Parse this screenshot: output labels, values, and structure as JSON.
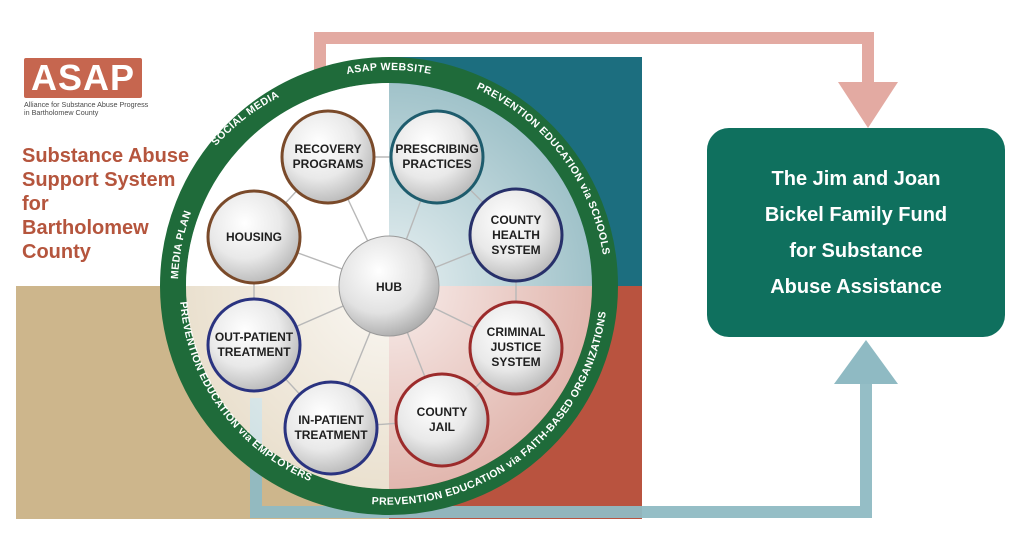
{
  "logo": {
    "text": "ASAP",
    "subtitle_line1": "Alliance for Substance Abuse Progress",
    "subtitle_line2": "in Bartholomew County"
  },
  "title": {
    "line1": "Substance Abuse",
    "line2": "Support System",
    "line3": "for",
    "line4": "Bartholomew",
    "line5": "County"
  },
  "fund": {
    "line1": "The Jim and Joan",
    "line2": "Bickel Family Fund",
    "line3": "for Substance",
    "line4": "Abuse Assistance"
  },
  "hub": {
    "label": "HUB"
  },
  "nodes": {
    "recovery": {
      "line1": "RECOVERY",
      "line2": "PROGRAMS"
    },
    "prescribing": {
      "line1": "PRESCRIBING",
      "line2": "PRACTICES"
    },
    "county_health": {
      "line1": "COUNTY",
      "line2": "HEALTH",
      "line3": "SYSTEM"
    },
    "housing": {
      "line1": "HOUSING"
    },
    "criminal_justice": {
      "line1": "CRIMINAL",
      "line2": "JUSTICE",
      "line3": "SYSTEM"
    },
    "outpatient": {
      "line1": "OUT-PATIENT",
      "line2": "TREATMENT"
    },
    "county_jail": {
      "line1": "COUNTY",
      "line2": "JAIL"
    },
    "inpatient": {
      "line1": "IN-PATIENT",
      "line2": "TREATMENT"
    }
  },
  "ring": {
    "website": "ASAP WEBSITE",
    "social_media": "SOCIAL MEDIA",
    "media_plan": "MEDIA PLAN",
    "schools": "PREVENTION EDUCATION via SCHOOLS",
    "faith": "PREVENTION EDUCATION via FAITH-BASED ORGANIZATIONS",
    "employers": "PREVENTION EDUCATION via EMPLOYERS"
  },
  "colors": {
    "brand_red": "#c6664f",
    "title_red": "#b5553d",
    "fund_green": "#0f705e",
    "ring_green": "#1f6b3a",
    "quadrant_teal": "#1c6e7f",
    "quadrant_tan": "#cdb68c",
    "quadrant_rust": "#b9533f",
    "arrow_pink": "#e3aaa2",
    "arrow_blue": "#8fbac3"
  }
}
